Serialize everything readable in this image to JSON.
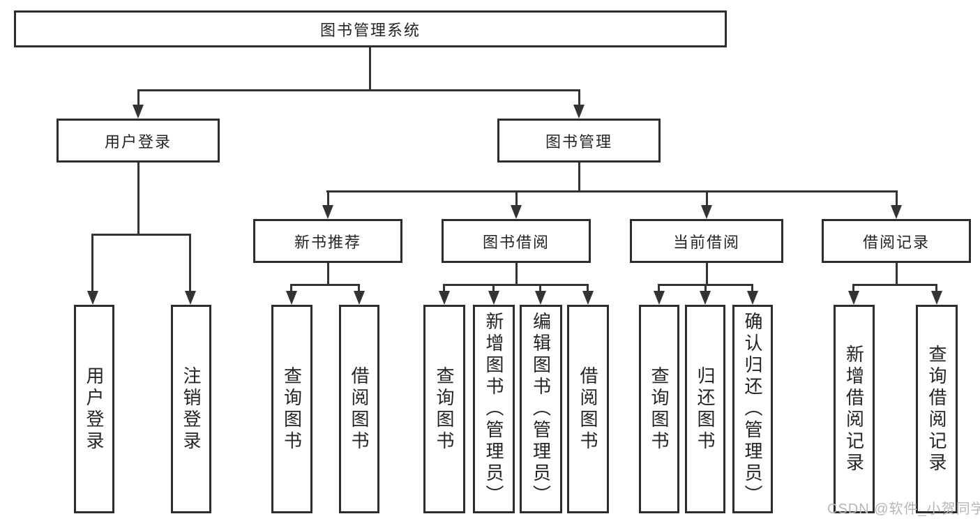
{
  "colors": {
    "line": "#333333",
    "box_border": "#2d2d2d",
    "text": "#242424",
    "watermark": "#b6b6b6",
    "background": "#ffffff"
  },
  "diagram": {
    "root": {
      "label": "图书管理系统"
    },
    "level1": [
      {
        "label": "用户登录"
      },
      {
        "label": "图书管理"
      }
    ],
    "level2": [
      {
        "label": "新书推荐"
      },
      {
        "label": "图书借阅"
      },
      {
        "label": "当前借阅"
      },
      {
        "label": "借阅记录"
      }
    ],
    "leaves": {
      "user_login": [
        {
          "label": "用户登录"
        },
        {
          "label": "注销登录"
        }
      ],
      "new_book": [
        {
          "label": "查询图书"
        },
        {
          "label": "借阅图书"
        }
      ],
      "book_borrow": [
        {
          "label": "查询图书"
        },
        {
          "label": "新增图书（管理员）"
        },
        {
          "label": "编辑图书（管理员）"
        },
        {
          "label": "借阅图书"
        }
      ],
      "current_borrow": [
        {
          "label": "查询图书"
        },
        {
          "label": "归还图书"
        },
        {
          "label": "确认归还（管理员）"
        }
      ],
      "borrow_records": [
        {
          "label": "新增借阅记录"
        },
        {
          "label": "查询借阅记录"
        }
      ]
    }
  },
  "watermark": {
    "text": "CSDN @软件_小贺同学"
  }
}
